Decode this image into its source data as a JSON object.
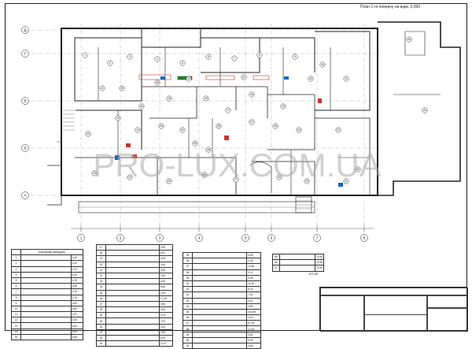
{
  "sheet": {
    "plan_title": "План 1-го поверху на відм. 0,000",
    "watermark": "PRO-LUX.COM.UA"
  },
  "axes": {
    "columns": [
      "1",
      "2",
      "3",
      "4",
      "5",
      "6",
      "7",
      "8"
    ],
    "rows": [
      "А",
      "Б",
      "В",
      "Г",
      "Д"
    ]
  },
  "rooms": [
    "1",
    "2",
    "3",
    "4",
    "5",
    "6",
    "7",
    "8",
    "9",
    "10",
    "11",
    "12",
    "13",
    "14",
    "15",
    "16",
    "17",
    "18",
    "19",
    "20",
    "21",
    "22",
    "23",
    "24",
    "25",
    "26",
    "27",
    "28",
    "29",
    "30",
    "31",
    "32",
    "33",
    "34",
    "35",
    "36",
    "37",
    "38",
    "39",
    "40",
    "41",
    "42",
    "43",
    "44",
    "45",
    "46"
  ],
  "schedule_left": {
    "title": "Експлікація приміщень",
    "rows": [
      {
        "n": "1",
        "v": "4,40"
      },
      {
        "n": "2",
        "v": "4,20"
      },
      {
        "n": "3",
        "v": "4,70"
      },
      {
        "n": "4",
        "v": "6,26"
      },
      {
        "n": "5",
        "v": "4,76"
      },
      {
        "n": "6",
        "v": "3,86"
      },
      {
        "n": "7",
        "v": "4,76"
      },
      {
        "n": "8",
        "v": "4,76"
      },
      {
        "n": "9",
        "v": "4,60"
      },
      {
        "n": "10",
        "v": "4,80"
      },
      {
        "n": "11",
        "v": "4,00"
      },
      {
        "n": "12",
        "v": "4,00"
      },
      {
        "n": "13",
        "v": "4,00"
      },
      {
        "n": "14",
        "v": "4,00"
      },
      {
        "n": "15",
        "v": "4,06"
      }
    ]
  },
  "schedule_mid": {
    "rows": [
      {
        "n": "17",
        "v": "3,90"
      },
      {
        "n": "18",
        "v": "5,61"
      },
      {
        "n": "19",
        "v": "4,00"
      },
      {
        "n": "20",
        "v": "3,50"
      },
      {
        "n": "21",
        "v": "3,90"
      },
      {
        "n": "22",
        "v": "3,40"
      },
      {
        "n": "23",
        "v": "4,30"
      },
      {
        "n": "24",
        "v": "6,60"
      },
      {
        "n": "25",
        "v": "2,30"
      },
      {
        "n": "26",
        "v": "17,05"
      },
      {
        "n": "27",
        "v": "3,90"
      },
      {
        "n": "28",
        "v": "3,60"
      },
      {
        "n": "29",
        "v": "3,70"
      },
      {
        "n": "30",
        "v": "7,00"
      },
      {
        "n": "31",
        "v": "4,00"
      },
      {
        "n": "32",
        "v": "3,90"
      },
      {
        "n": "33",
        "v": "8,26"
      },
      {
        "n": "34",
        "v": "12,67"
      }
    ]
  },
  "schedule_right": {
    "rows": [
      {
        "n": "35",
        "v": "5,80"
      },
      {
        "n": "36",
        "v": "3,26"
      },
      {
        "n": "37",
        "v": "11,86"
      },
      {
        "n": "38",
        "v": "9,11"
      },
      {
        "n": "39",
        "v": "5,06"
      },
      {
        "n": "40",
        "v": "11,40"
      },
      {
        "n": "41",
        "v": "6,11"
      },
      {
        "n": "42",
        "v": "7,62"
      },
      {
        "n": "43",
        "v": "3,87"
      },
      {
        "n": "44",
        "v": "3,80"
      },
      {
        "n": "45",
        "v": "203,46"
      },
      {
        "n": "46",
        "v": "4,00"
      },
      {
        "n": "47",
        "v": "67,00"
      },
      {
        "n": "48",
        "v": "17,07"
      },
      {
        "n": "49",
        "v": "4,82"
      },
      {
        "n": "50",
        "v": "3,50"
      },
      {
        "n": "51",
        "v": "4,80"
      }
    ]
  },
  "schedule_extra": {
    "rows": [
      {
        "n": "55",
        "v": "74,50"
      },
      {
        "n": "56",
        "v": "20,56"
      },
      {
        "n": "57",
        "v": "70,50"
      }
    ],
    "total_value": "101,60"
  }
}
